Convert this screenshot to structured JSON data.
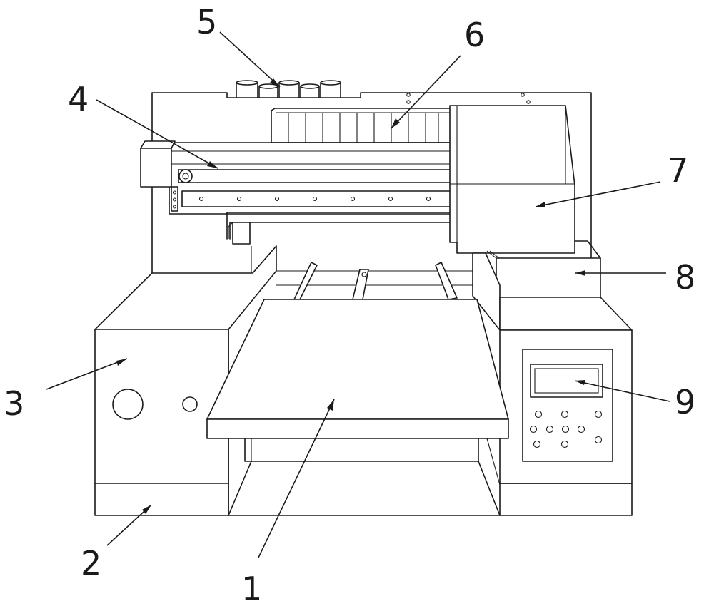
{
  "callouts": [
    {
      "id": "worktable",
      "label": "1"
    },
    {
      "id": "base",
      "label": "2"
    },
    {
      "id": "left-cabinet",
      "label": "3"
    },
    {
      "id": "guide-rail",
      "label": "4"
    },
    {
      "id": "ink-bottles",
      "label": "5"
    },
    {
      "id": "ink-cartridges",
      "label": "6"
    },
    {
      "id": "print-head-carriage",
      "label": "7"
    },
    {
      "id": "side-box",
      "label": "8"
    },
    {
      "id": "display-screen",
      "label": "9"
    }
  ],
  "colors": {
    "line": "#1a1a1a",
    "background": "#ffffff"
  }
}
